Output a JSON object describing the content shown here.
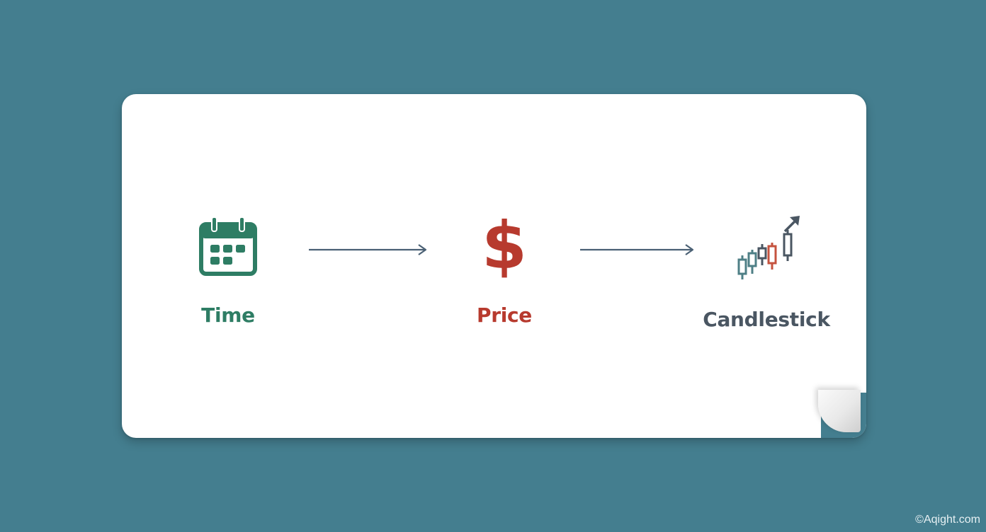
{
  "nodes": {
    "time": {
      "label": "Time",
      "icon": "calendar-icon",
      "color": "#2e7d64"
    },
    "price": {
      "label": "Price",
      "icon": "dollar-sign-icon",
      "symbol": "$",
      "color": "#b73a2e"
    },
    "candlestick": {
      "label": "Candlestick",
      "icon": "candlestick-chart-icon",
      "color": "#4a5662"
    }
  },
  "arrow_color": "#4a6074",
  "background_color": "#447e8f",
  "watermark": "©Aqight.com"
}
